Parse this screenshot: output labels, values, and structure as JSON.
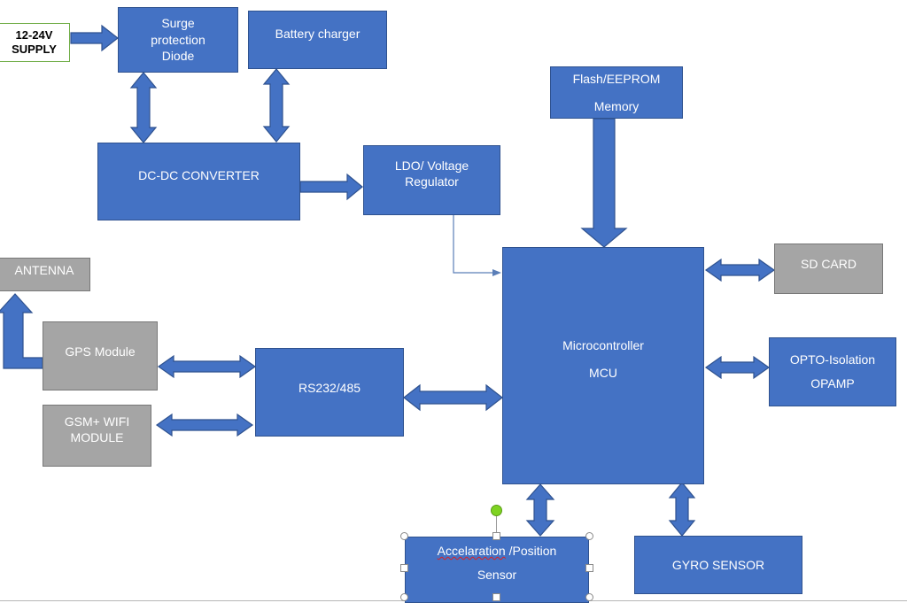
{
  "supply": {
    "line1": "12-24V",
    "line2": "SUPPLY"
  },
  "surge": {
    "line1": "Surge",
    "line2": "protection",
    "line3": "Diode"
  },
  "battery": {
    "label": "Battery charger"
  },
  "dcdc": {
    "label": "DC-DC CONVERTER"
  },
  "ldo": {
    "line1": "LDO/ Voltage",
    "line2": "Regulator"
  },
  "flash": {
    "line1": "Flash/EEPROM",
    "line2": "Memory"
  },
  "mcu": {
    "line1": "Microcontroller",
    "line2": "MCU"
  },
  "sdcard": {
    "label": "SD CARD"
  },
  "opto": {
    "line1": "OPTO-Isolation",
    "line2": "OPAMP"
  },
  "antenna": {
    "label": "ANTENNA"
  },
  "gps": {
    "label": "GPS Module"
  },
  "gsm": {
    "line1": "GSM+ WIFI",
    "line2": "MODULE"
  },
  "rs": {
    "label": "RS232/485"
  },
  "accel": {
    "word1": "Accelaration",
    "rest": " /Position",
    "line2": "Sensor"
  },
  "gyro": {
    "label": "GYRO SENSOR"
  },
  "colors": {
    "block_fill": "#4472c4",
    "block_border": "#2f528f",
    "peripheral_fill": "#a5a5a5",
    "supply_border": "#70ad47",
    "spellcheck_underline": "#e02020"
  }
}
